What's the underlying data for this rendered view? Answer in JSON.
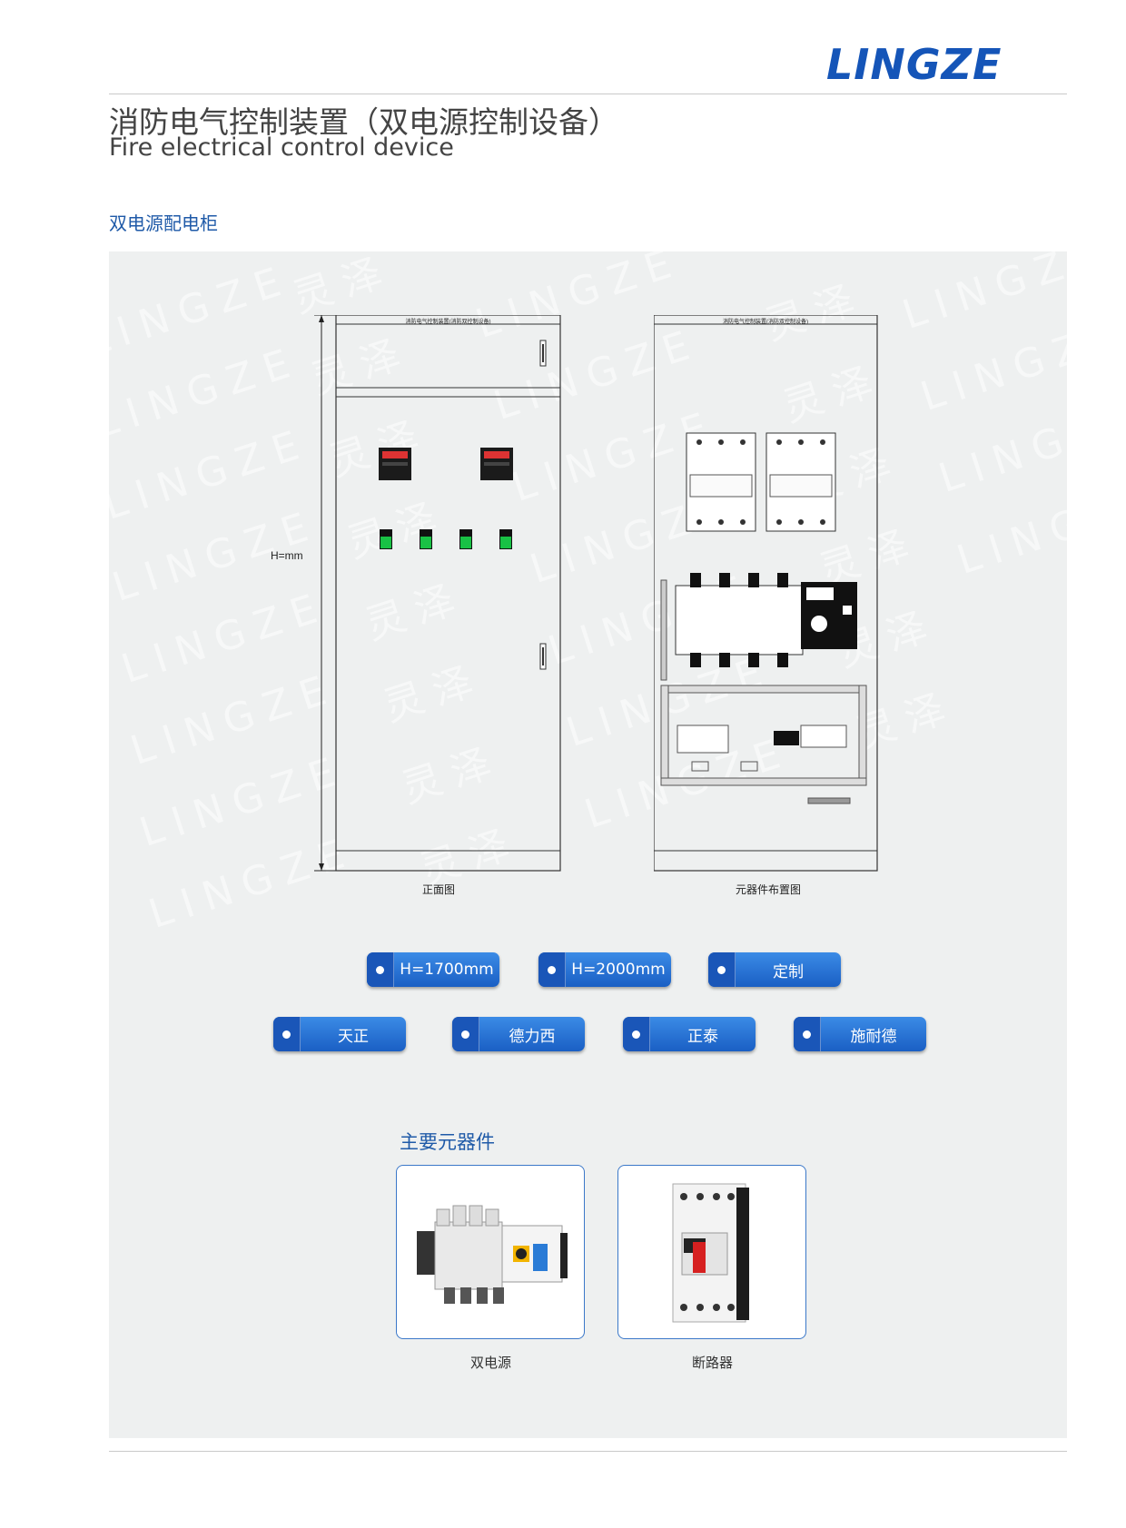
{
  "brand": {
    "logo": "LINGZE"
  },
  "header": {
    "title_cn": "消防电气控制装置（双电源控制设备）",
    "title_en": "Fire electrical control device"
  },
  "section": {
    "title": "双电源配电柜"
  },
  "watermark": {
    "latin": "LINGZE",
    "cn": "灵泽"
  },
  "drawings": {
    "height_label": "H=mm",
    "front_caption": "正面图",
    "layout_caption": "元器件布置图",
    "cabinet_top_text": "消防电气控制装置(消防双控制设备)"
  },
  "height_options": [
    "H=1700mm",
    "H=2000mm",
    "定制"
  ],
  "brand_options": [
    "天正",
    "德力西",
    "正泰",
    "施耐德"
  ],
  "components": {
    "title": "主要元器件",
    "items": [
      "双电源",
      "断路器"
    ]
  },
  "colors": {
    "accent": "#1f5aa8",
    "pill": "#2a72d6",
    "panel": "#eef0f0"
  }
}
